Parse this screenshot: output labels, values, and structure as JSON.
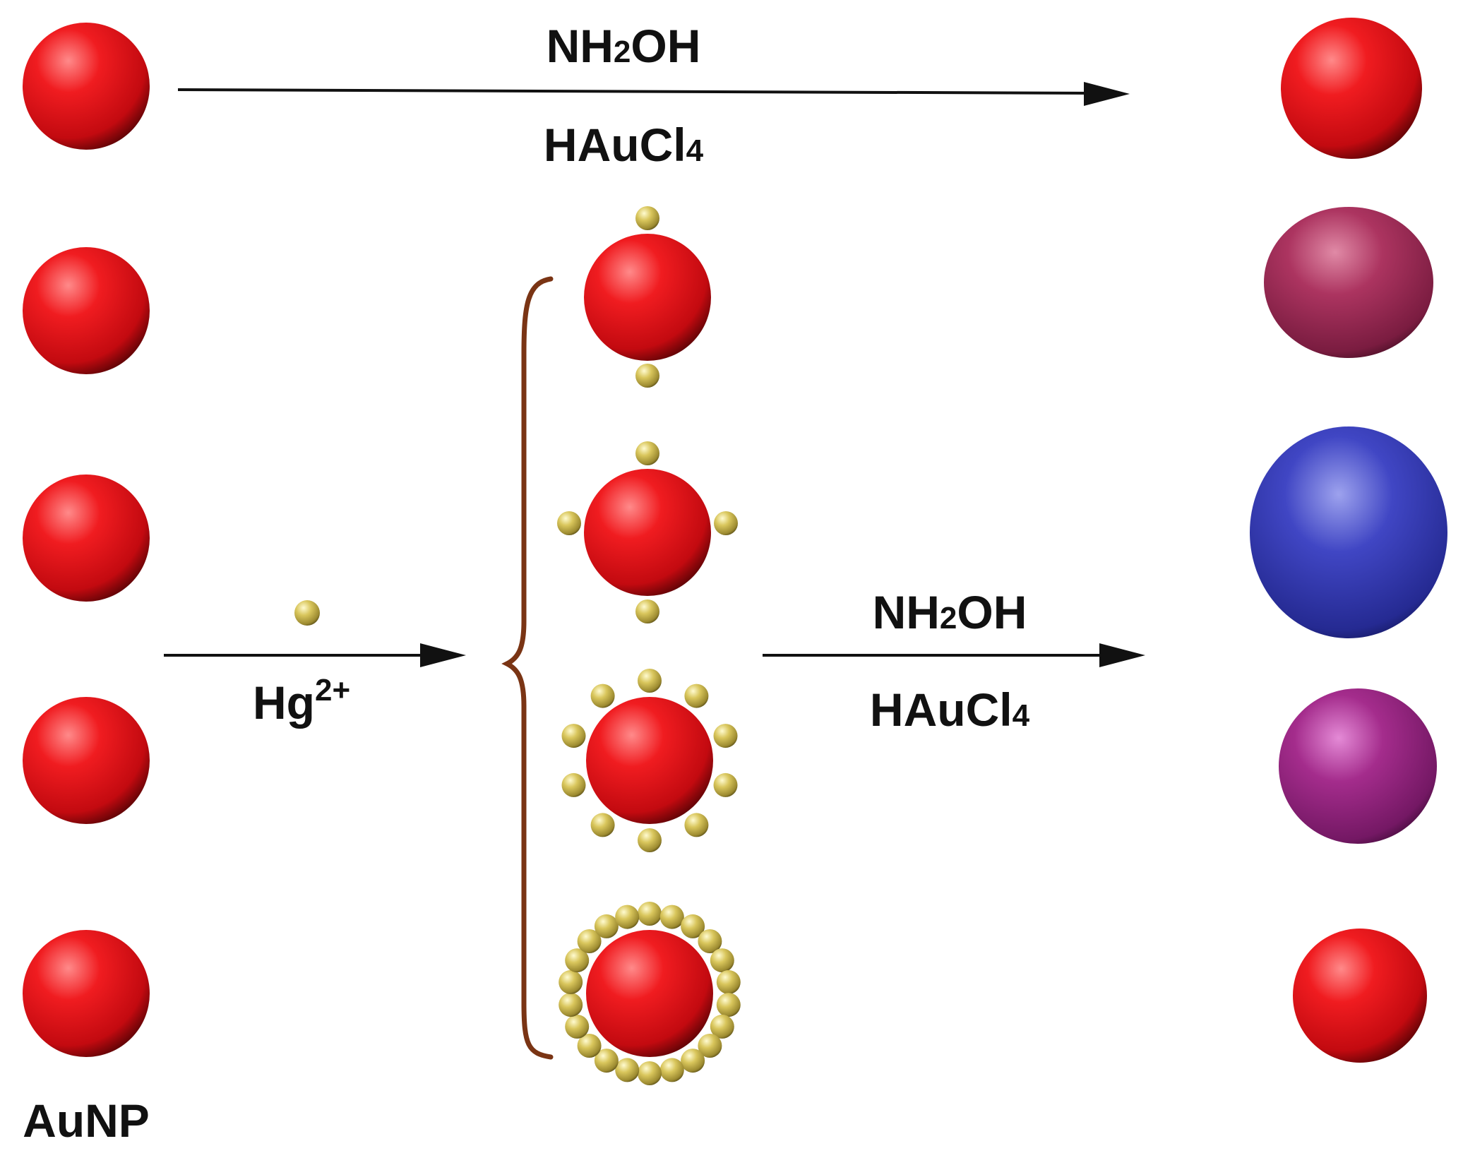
{
  "reagents": {
    "top_above": {
      "main": "NH",
      "sub": "2",
      "tail": "OH"
    },
    "top_below": {
      "main": "HAuCl",
      "sub": "4"
    },
    "right_above": {
      "main": "NH",
      "sub": "2",
      "tail": "OH"
    },
    "right_below": {
      "main": "HAuCl",
      "sub": "4"
    }
  },
  "ion_label": {
    "main": "Hg",
    "sup": "2+"
  },
  "aunp_label": "AuNP",
  "colors": {
    "aunp_red": "#e0151a",
    "hg_gold": "#c9b54a",
    "product_maroon": "#a42a55",
    "product_blue": "#3a3fb8",
    "product_purple": "#9a2680",
    "brace_brown": "#7a3414",
    "arrow_black": "#111111"
  },
  "hg_adsorbed_counts": [
    2,
    4,
    10,
    22
  ],
  "icons": {
    "aunp": "red-sphere",
    "hg": "gold-sphere",
    "products": [
      "red-sphere",
      "maroon-sphere",
      "blue-sphere",
      "purple-sphere",
      "red-sphere"
    ]
  }
}
